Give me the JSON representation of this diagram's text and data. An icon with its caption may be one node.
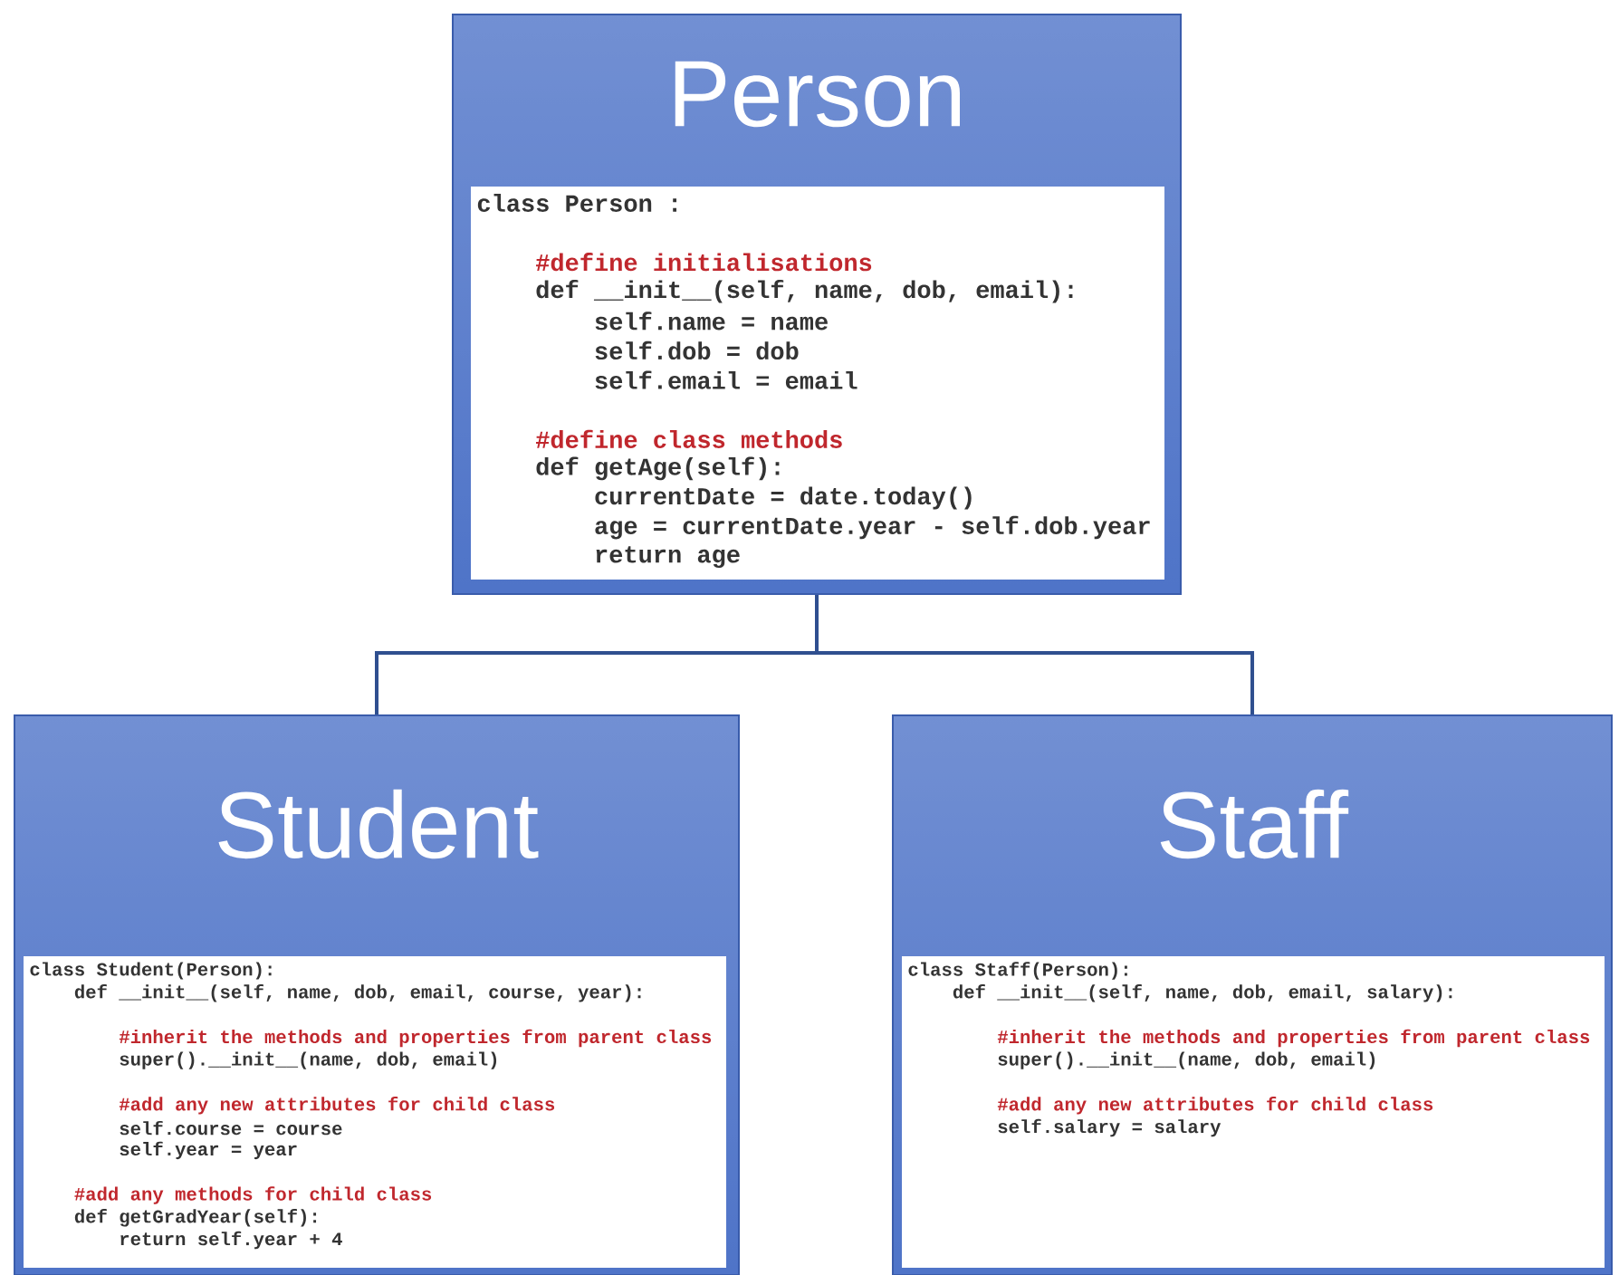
{
  "diagram": {
    "nodes": [
      {
        "text": [
          "Person",
          "class Person :",
          "#define initialisations",
          "def __init__(self, name, dob, email):",
          "self.name = name",
          "self.dob = dob",
          "self.email = email",
          "#define class methods",
          "def getAge(self):",
          "currentDate = date.today()",
          "age = currentDate.year - self.dob.year",
          "return age"
        ]
      },
      {
        "text": [
          "Student",
          "class Student(Person):",
          "def __init__(self, name, dob, email, course, year):",
          "#inherit the methods and properties from parent class",
          "super().__init__(name, dob, email)",
          "#add any new attributes for child class",
          "self.course = course",
          "self.year = year",
          "#add any methods for child class",
          "def getGradYear(self):",
          "return self.year + 4"
        ]
      },
      {
        "text": [
          "Staff",
          "class Staff(Person):",
          "def __init__(self, name, dob, email, salary):",
          "#inherit the methods and properties from parent class",
          "super().__init__(name, dob, email)",
          "#add any new attributes for child class",
          "self.salary = salary"
        ]
      }
    ],
    "edges": [
      {
        "from": 0,
        "to": 1,
        "arrow": "none"
      },
      {
        "from": 0,
        "to": 2,
        "arrow": "none"
      }
    ]
  }
}
